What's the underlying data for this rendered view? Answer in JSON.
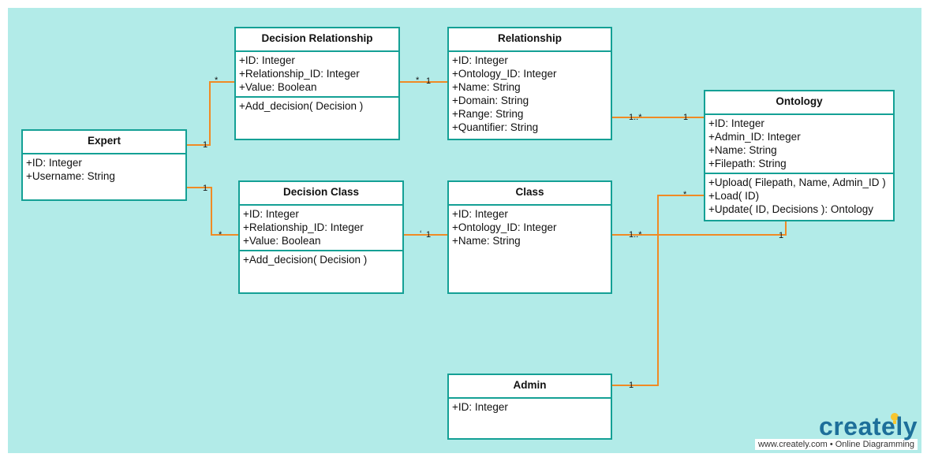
{
  "diagram": {
    "classes": {
      "expert": {
        "name": "Expert",
        "attributes": [
          "+ID: Integer",
          "+Username: String"
        ],
        "operations": []
      },
      "decision_relationship": {
        "name": "Decision Relationship",
        "attributes": [
          "+ID: Integer",
          "+Relationship_ID: Integer",
          "+Value: Boolean"
        ],
        "operations": [
          "+Add_decision( Decision )"
        ]
      },
      "relationship": {
        "name": "Relationship",
        "attributes": [
          "+ID: Integer",
          "+Ontology_ID: Integer",
          "+Name: String",
          "+Domain: String",
          "+Range: String",
          "+Quantifier: String"
        ],
        "operations": []
      },
      "ontology": {
        "name": "Ontology",
        "attributes": [
          "+ID: Integer",
          "+Admin_ID: Integer",
          "+Name: String",
          "+Filepath: String"
        ],
        "operations": [
          "+Upload( Filepath, Name, Admin_ID )",
          "+Load( ID)",
          "+Update( ID, Decisions ): Ontology"
        ]
      },
      "decision_class": {
        "name": "Decision Class",
        "attributes": [
          "+ID: Integer",
          "+Relationship_ID: Integer",
          "+Value: Boolean"
        ],
        "operations": [
          "+Add_decision( Decision )"
        ]
      },
      "class": {
        "name": "Class",
        "attributes": [
          "+ID: Integer",
          "+Ontology_ID: Integer",
          "+Name: String"
        ],
        "operations": []
      },
      "admin": {
        "name": "Admin",
        "attributes": [
          "+ID: Integer"
        ],
        "operations": []
      }
    },
    "multiplicities": {
      "expert_dr_star": "*",
      "expert_dr_one": "1",
      "dr_rel_star": "*",
      "dr_rel_one": "1",
      "rel_ont_many": "1..*",
      "rel_ont_one": "1",
      "expert_dc_one": "1",
      "expert_dc_star": "*",
      "dc_class_star": "‘",
      "dc_class_one": "1",
      "class_ont_many": "1..*",
      "class_ont_one": "1",
      "admin_ont_star": "*",
      "admin_one": "1"
    },
    "colors": {
      "background": "#b2ebe8",
      "class_border": "#14a095",
      "connector": "#f08a24"
    }
  },
  "branding": {
    "logo": "creately",
    "tagline": "www.creately.com • Online Diagramming"
  }
}
